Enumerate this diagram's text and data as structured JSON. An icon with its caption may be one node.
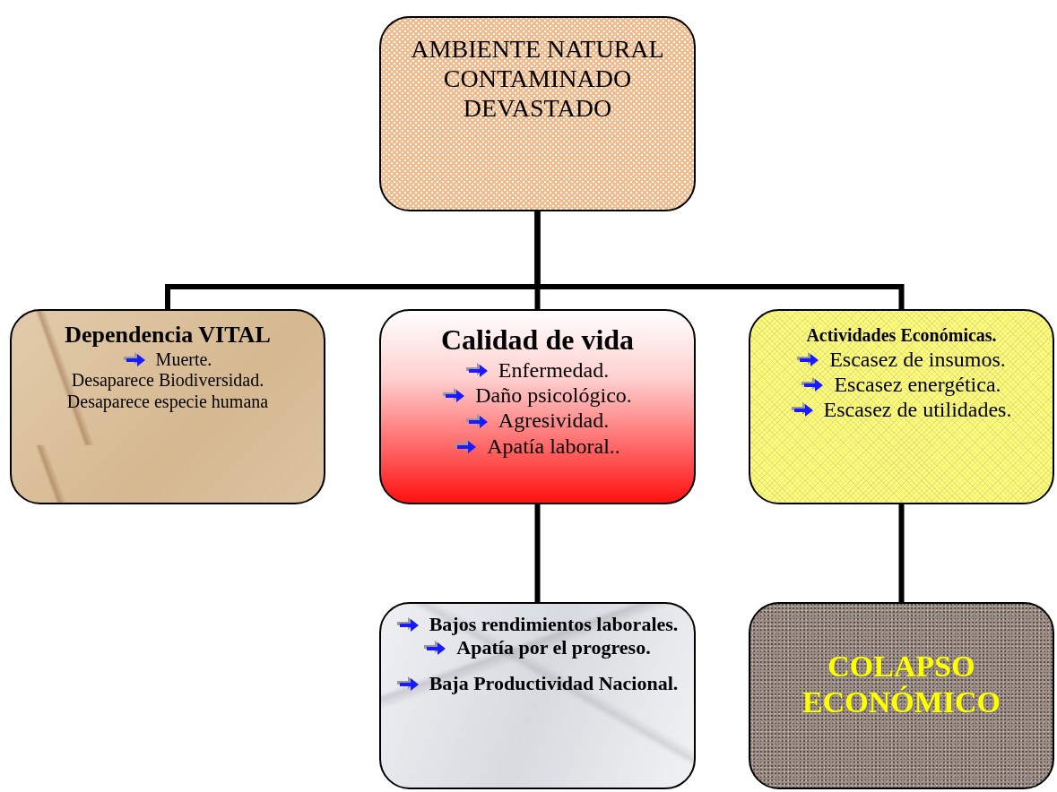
{
  "diagram": {
    "nodes": [
      {
        "text": [
          "AMBIENTE NATURAL CONTAMINADO DEVASTADO"
        ]
      },
      {
        "text": [
          "Dependencia  VITAL",
          "Muerte.",
          "Desaparece Biodiversidad.",
          "Desaparece especie humana"
        ]
      },
      {
        "text": [
          "Calidad de vida",
          "Enfermedad.",
          "Daño psicológico.",
          "Agresividad.",
          "Apatía laboral.."
        ]
      },
      {
        "text": [
          "Actividades Económicas.",
          "Escasez de insumos.",
          "Escasez energética.",
          "Escasez de utilidades."
        ]
      },
      {
        "text": [
          "**Bajos rendimientos laborales**.",
          "**Apatía por el progreso.**",
          "**Baja Productividad Nacional**."
        ]
      },
      {
        "text": [
          "COLAPSO ECONÓMICO"
        ]
      }
    ],
    "edges": [
      {
        "from": 0,
        "to": 1,
        "arrow": "none"
      },
      {
        "from": 0,
        "to": 2,
        "arrow": "none"
      },
      {
        "from": 0,
        "to": 3,
        "arrow": "none"
      },
      {
        "from": 2,
        "to": 4,
        "arrow": "none"
      },
      {
        "from": 3,
        "to": 5,
        "arrow": "none"
      }
    ]
  }
}
